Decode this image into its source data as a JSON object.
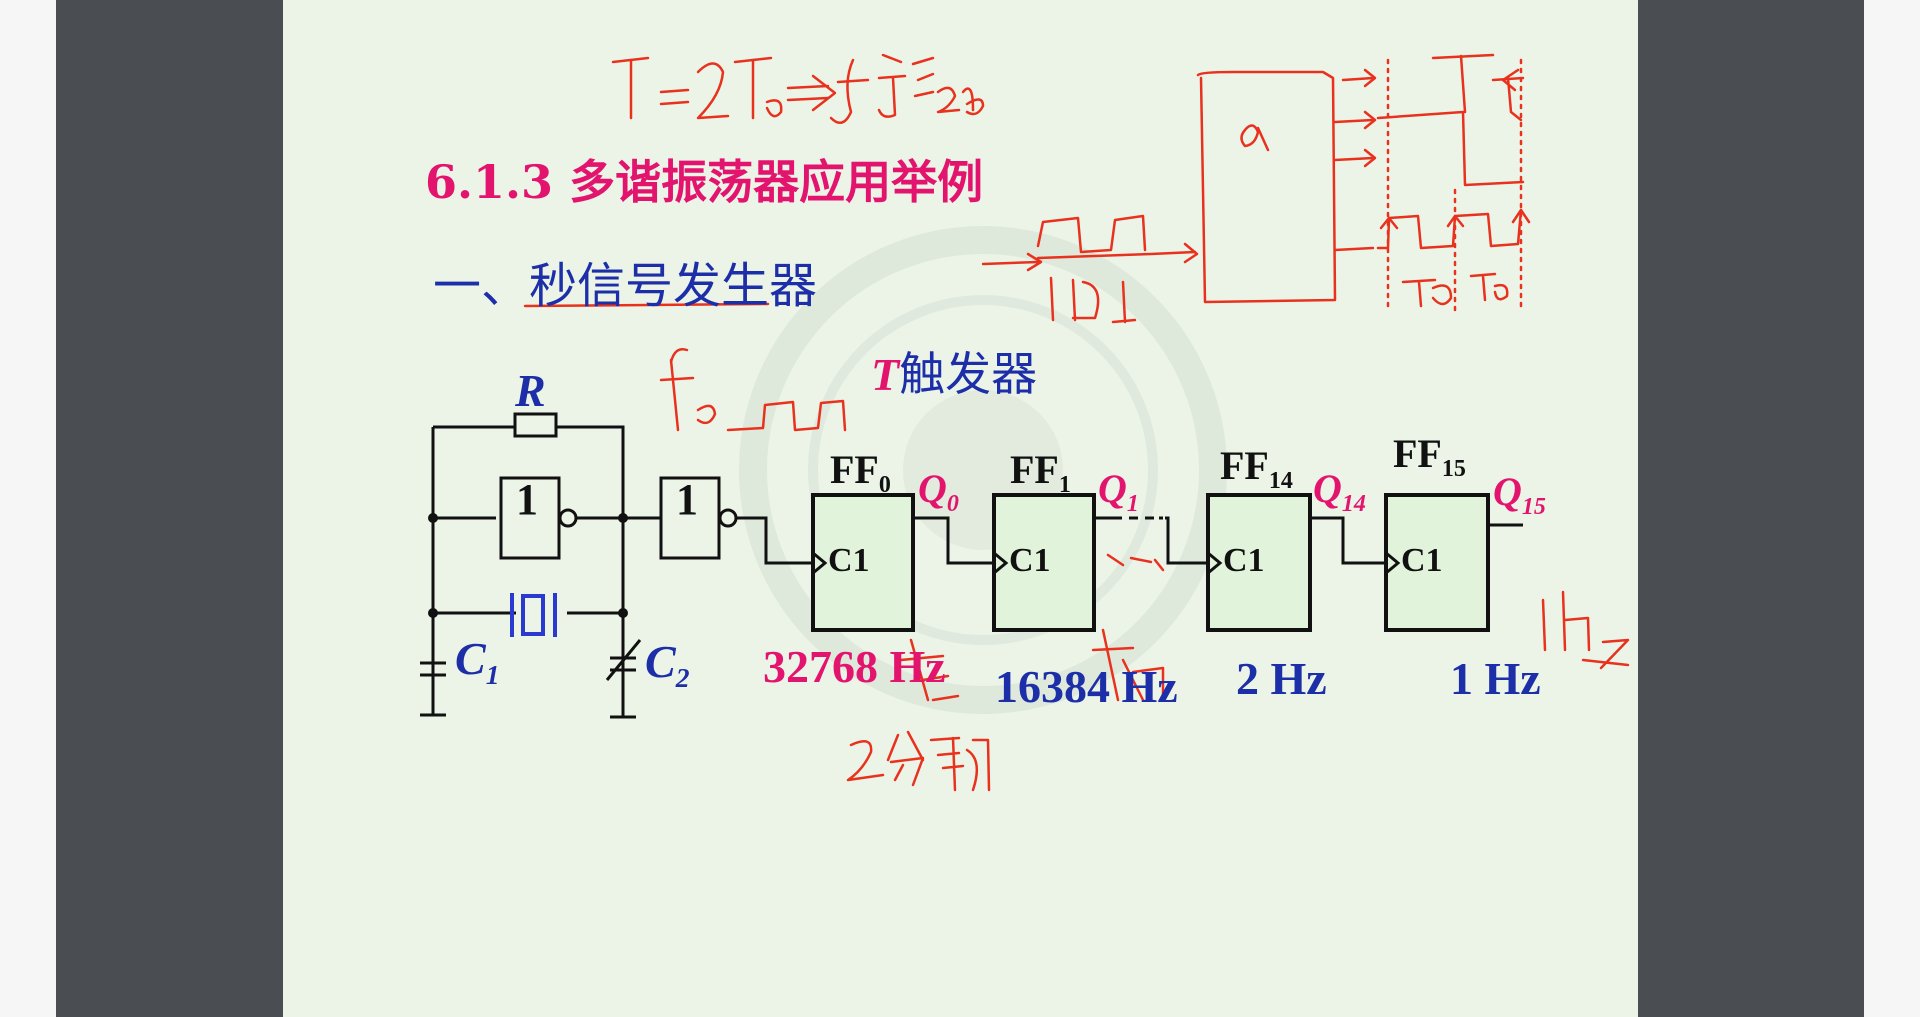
{
  "slide": {
    "heading": "6.1.3  多谐振荡器应用举例",
    "subheading": "一、秒信号发生器",
    "t_flipflop_letter": "T",
    "t_flipflop_label": "触发器",
    "resistor_label": "R",
    "capacitor_1": {
      "letter": "C",
      "sub": "1"
    },
    "capacitor_2": {
      "letter": "C",
      "sub": "2"
    },
    "inverter_label": "1",
    "flipflops": [
      {
        "name": "FF",
        "sub": "0",
        "q": "Q",
        "q_sub": "0",
        "clock": "C1",
        "freq": "32768 Hz"
      },
      {
        "name": "FF",
        "sub": "1",
        "q": "Q",
        "q_sub": "1",
        "clock": "C1",
        "freq": "16384 Hz"
      },
      {
        "name": "FF",
        "sub": "14",
        "q": "Q",
        "q_sub": "14",
        "clock": "C1",
        "freq": "2 Hz"
      },
      {
        "name": "FF",
        "sub": "15",
        "q": "Q",
        "q_sub": "15",
        "clock": "C1",
        "freq": "1 Hz"
      }
    ]
  },
  "colors": {
    "slide_bg": "#ecf4e8",
    "heading": "#e3146e",
    "blue": "#1d2fa8",
    "annotation_red": "#e8321e",
    "ff_fill": "#e2f3dc",
    "sidebar": "#4a4d52"
  }
}
